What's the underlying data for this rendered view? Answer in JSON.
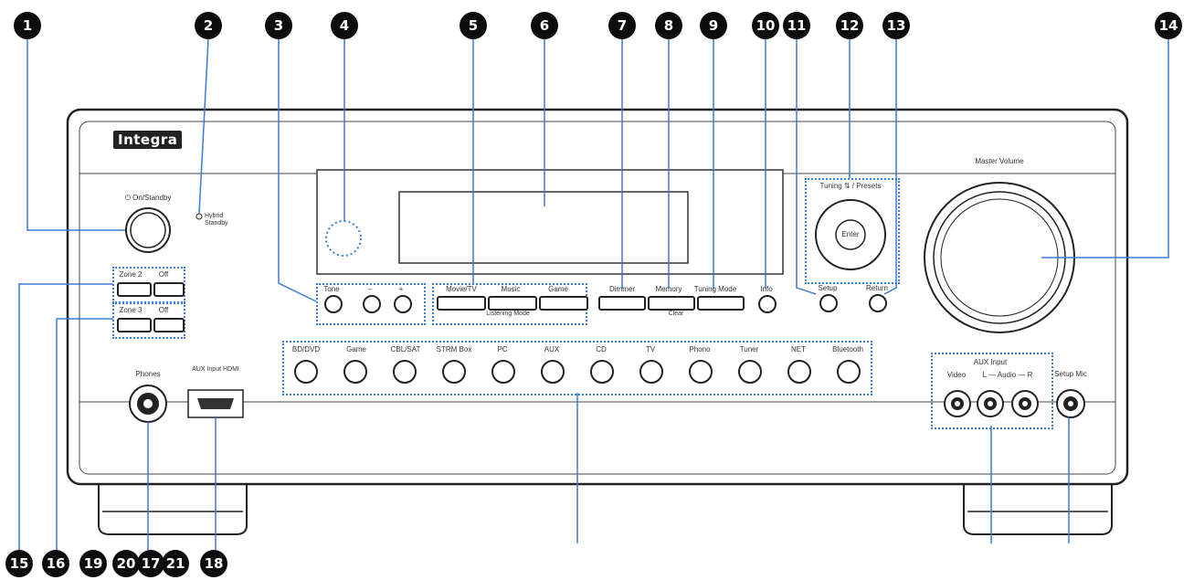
{
  "brand": "Integra",
  "callouts": [
    {
      "n": "1"
    },
    {
      "n": "2"
    },
    {
      "n": "3"
    },
    {
      "n": "4"
    },
    {
      "n": "5"
    },
    {
      "n": "6"
    },
    {
      "n": "7"
    },
    {
      "n": "8"
    },
    {
      "n": "9"
    },
    {
      "n": "10"
    },
    {
      "n": "11"
    },
    {
      "n": "12"
    },
    {
      "n": "13"
    },
    {
      "n": "14"
    },
    {
      "n": "15"
    },
    {
      "n": "16"
    },
    {
      "n": "19"
    },
    {
      "n": "20"
    },
    {
      "n": "17"
    },
    {
      "n": "21"
    },
    {
      "n": "18"
    }
  ],
  "labels": {
    "on_standby": "⏻ On/Standby",
    "hybrid_standby": "Hybrid Standby",
    "zone2": "Zone 2",
    "zone3": "Zone 3",
    "off": "Off",
    "tone": "Tone",
    "minus": "–",
    "plus": "+",
    "movie_tv": "Movie/TV",
    "music": "Music",
    "game_mode": "Game",
    "listening_mode": "Listening Mode",
    "dimmer": "Dimmer",
    "memory": "Memory",
    "tuning_mode": "Tuning Mode",
    "clear": "Clear",
    "info": "Info",
    "setup": "Setup",
    "return": "Return",
    "tuning_presets": "Tuning ⇅ / Presets",
    "enter": "Enter",
    "master_volume": "Master Volume",
    "phones": "Phones",
    "aux_input_hdmi": "AUX Input HDMI",
    "aux_input": "AUX Input",
    "video": "Video",
    "audio_lr": "L — Audio — R",
    "setup_mic": "Setup Mic"
  },
  "inputs": [
    "BD/DVD",
    "Game",
    "CBL/SAT",
    "STRM Box",
    "PC",
    "AUX",
    "CD",
    "TV",
    "Phono",
    "Tuner",
    "NET",
    "Bluetooth"
  ]
}
